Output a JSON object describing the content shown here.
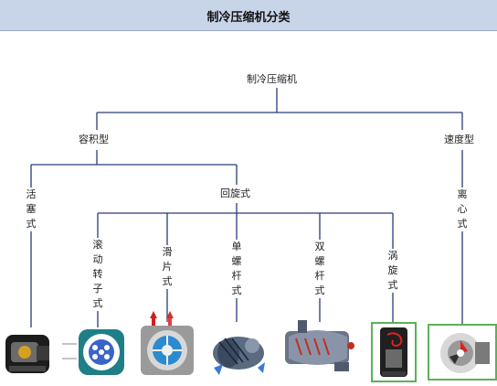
{
  "title": "制冷压缩机分类",
  "root": "制冷压缩机",
  "branch_left": "容积型",
  "branch_right": "速度型",
  "sub_left": "活塞式",
  "sub_rotary": "回旋式",
  "rotary_types": [
    "滚动转子式",
    "滑片式",
    "单螺杆式",
    "双螺杆式",
    "涡旋式"
  ],
  "speed_type": "离心式",
  "colors": {
    "header_bg": "#c8d4e8",
    "line": "#2a3a7a",
    "frame_green": "#5db05a"
  },
  "icons": [
    "piston-compressor-image",
    "rolling-rotor-image",
    "sliding-vane-image",
    "single-screw-image",
    "twin-screw-image",
    "scroll-image",
    "centrifugal-image"
  ]
}
